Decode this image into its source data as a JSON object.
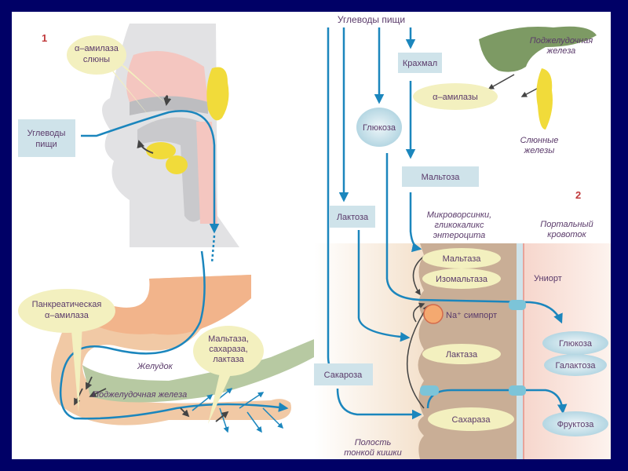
{
  "panel_left": {
    "number": "1",
    "callout_saliva": [
      "α–амилаза",
      "слюны"
    ],
    "input_box": [
      "Углеводы",
      "пищи"
    ],
    "callout_pancreatic": [
      "Панкреатическая",
      "α–амилаза"
    ],
    "callout_brush": [
      "Мальтаза,",
      "сахараза,",
      "лактаза"
    ],
    "stomach_label": "Желудок",
    "pancreas_label": "Поджелудочная железа"
  },
  "panel_right": {
    "number": "2",
    "top_title": "Углеводы пищи",
    "starch_box": "Крахмал",
    "amylases_ellipse": "α–амилазы",
    "pancreas_label": [
      "Поджелудочная",
      "железа"
    ],
    "salivary_label": [
      "Слюнные",
      "железы"
    ],
    "glucose_ellipse": "Глюкоза",
    "maltose_box": "Мальтоза",
    "lactose_box": "Лактоза",
    "sucrose_box": "Сакароза",
    "microvilli_label": [
      "Микроворсинки,",
      "гликокаликс",
      "энтероцита"
    ],
    "portal_label": [
      "Портальный",
      "кровоток"
    ],
    "enzymes": [
      "Мальтаза",
      "Изомальтаза",
      "Лактаза",
      "Сахараза"
    ],
    "na_symport": "Na⁺ симпорт",
    "uniport": "Униорт",
    "products": [
      "Глюкоза",
      "Галактоза",
      "Фруктоза"
    ],
    "lumen_label": [
      "Полость",
      "тонкой кишки"
    ]
  },
  "colors": {
    "frame": "#000066",
    "flow_arrow": "#1b86bd",
    "label_text": "#5a3a6a",
    "box_fill": "#cfe3ea",
    "callout_fill": "#f3f0bf",
    "product_fill": "#bcdbe6",
    "number": "#c0393b"
  }
}
